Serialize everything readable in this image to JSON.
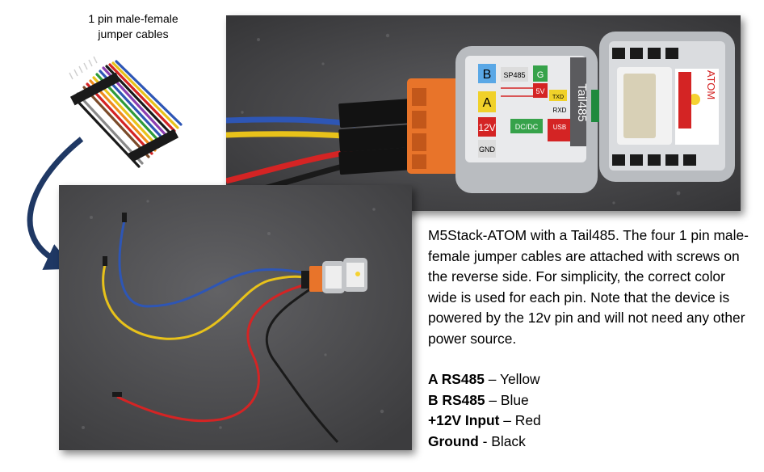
{
  "caption_top": {
    "line1": "1 pin male-female",
    "line2": "jumper cables"
  },
  "module_labels": {
    "tail_name": "Tail485",
    "g": "G",
    "v5": "5V",
    "txd": "TXD",
    "rxd": "RXD",
    "sp485": "SP485",
    "b": "B",
    "a": "A",
    "v12": "12V",
    "gnd": "GND",
    "dcdc": "DC/DC",
    "usb": "USB",
    "atom": "ATOM"
  },
  "description": "M5Stack-ATOM with a Tail485. The four 1 pin male-female jumper cables are attached with screws on the reverse side. For simplicity, the correct color wide is used for each pin. Note that the device is powered by the 12v pin and will not need any other power source.",
  "pins": [
    {
      "name": "A RS485",
      "sep": " – ",
      "color": "Yellow"
    },
    {
      "name": "B RS485",
      "sep": " – ",
      "color": "Blue"
    },
    {
      "name": "+12V Input",
      "sep": " – ",
      "color": "Red"
    },
    {
      "name": "Ground",
      "sep": " - ",
      "color": "Black"
    }
  ],
  "colors": {
    "arrow": "#1f3864",
    "wire_yellow": "#e8c21a",
    "wire_blue": "#2e56b5",
    "wire_red": "#d42424",
    "wire_black": "#1a1a1a",
    "terminal_orange": "#e8742a",
    "module_gray": "#b9bcc0"
  }
}
